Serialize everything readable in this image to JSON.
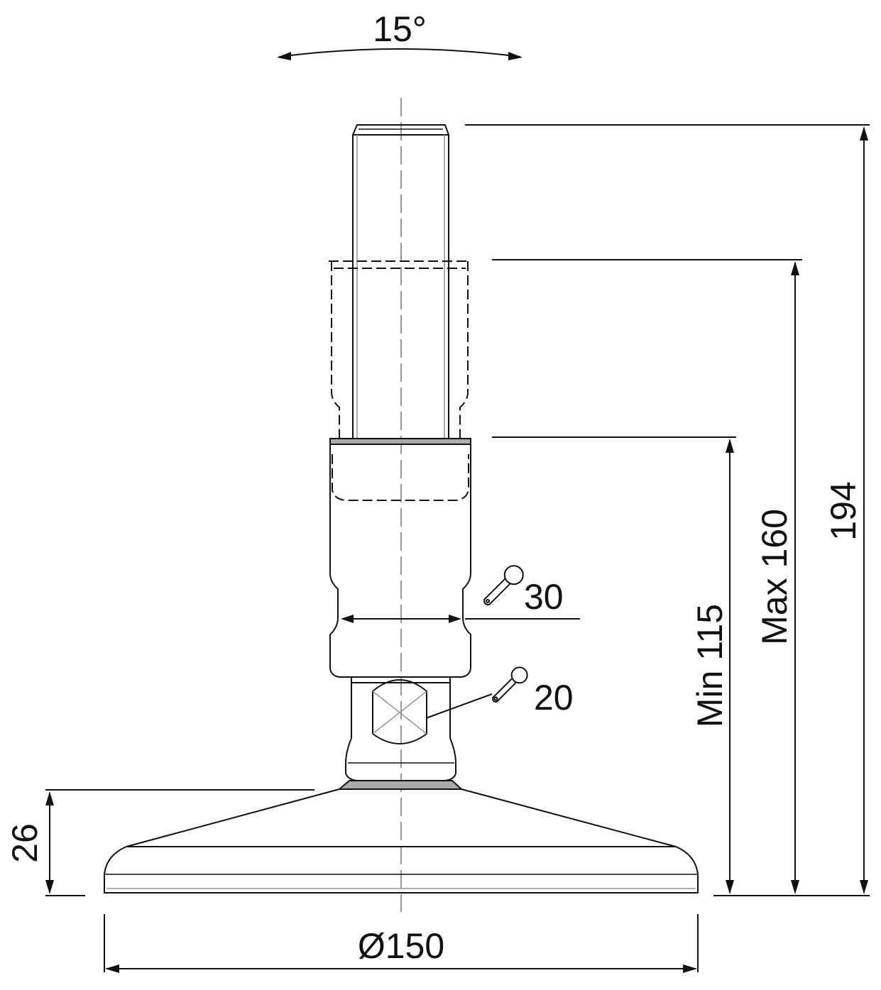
{
  "drawing": {
    "angle_label": "15°",
    "wrench_large_label": "30",
    "wrench_small_label": "20",
    "dim_min_label": "Min 115",
    "dim_max_label": "Max 160",
    "dim_total_label": "194",
    "dim_base_height_label": "26",
    "dim_diameter_label": "Ø150"
  },
  "icons": {
    "wrench": "wrench-icon"
  },
  "colors": {
    "line": "#111111",
    "centerline": "#999999",
    "band": "#aaaaaa"
  }
}
